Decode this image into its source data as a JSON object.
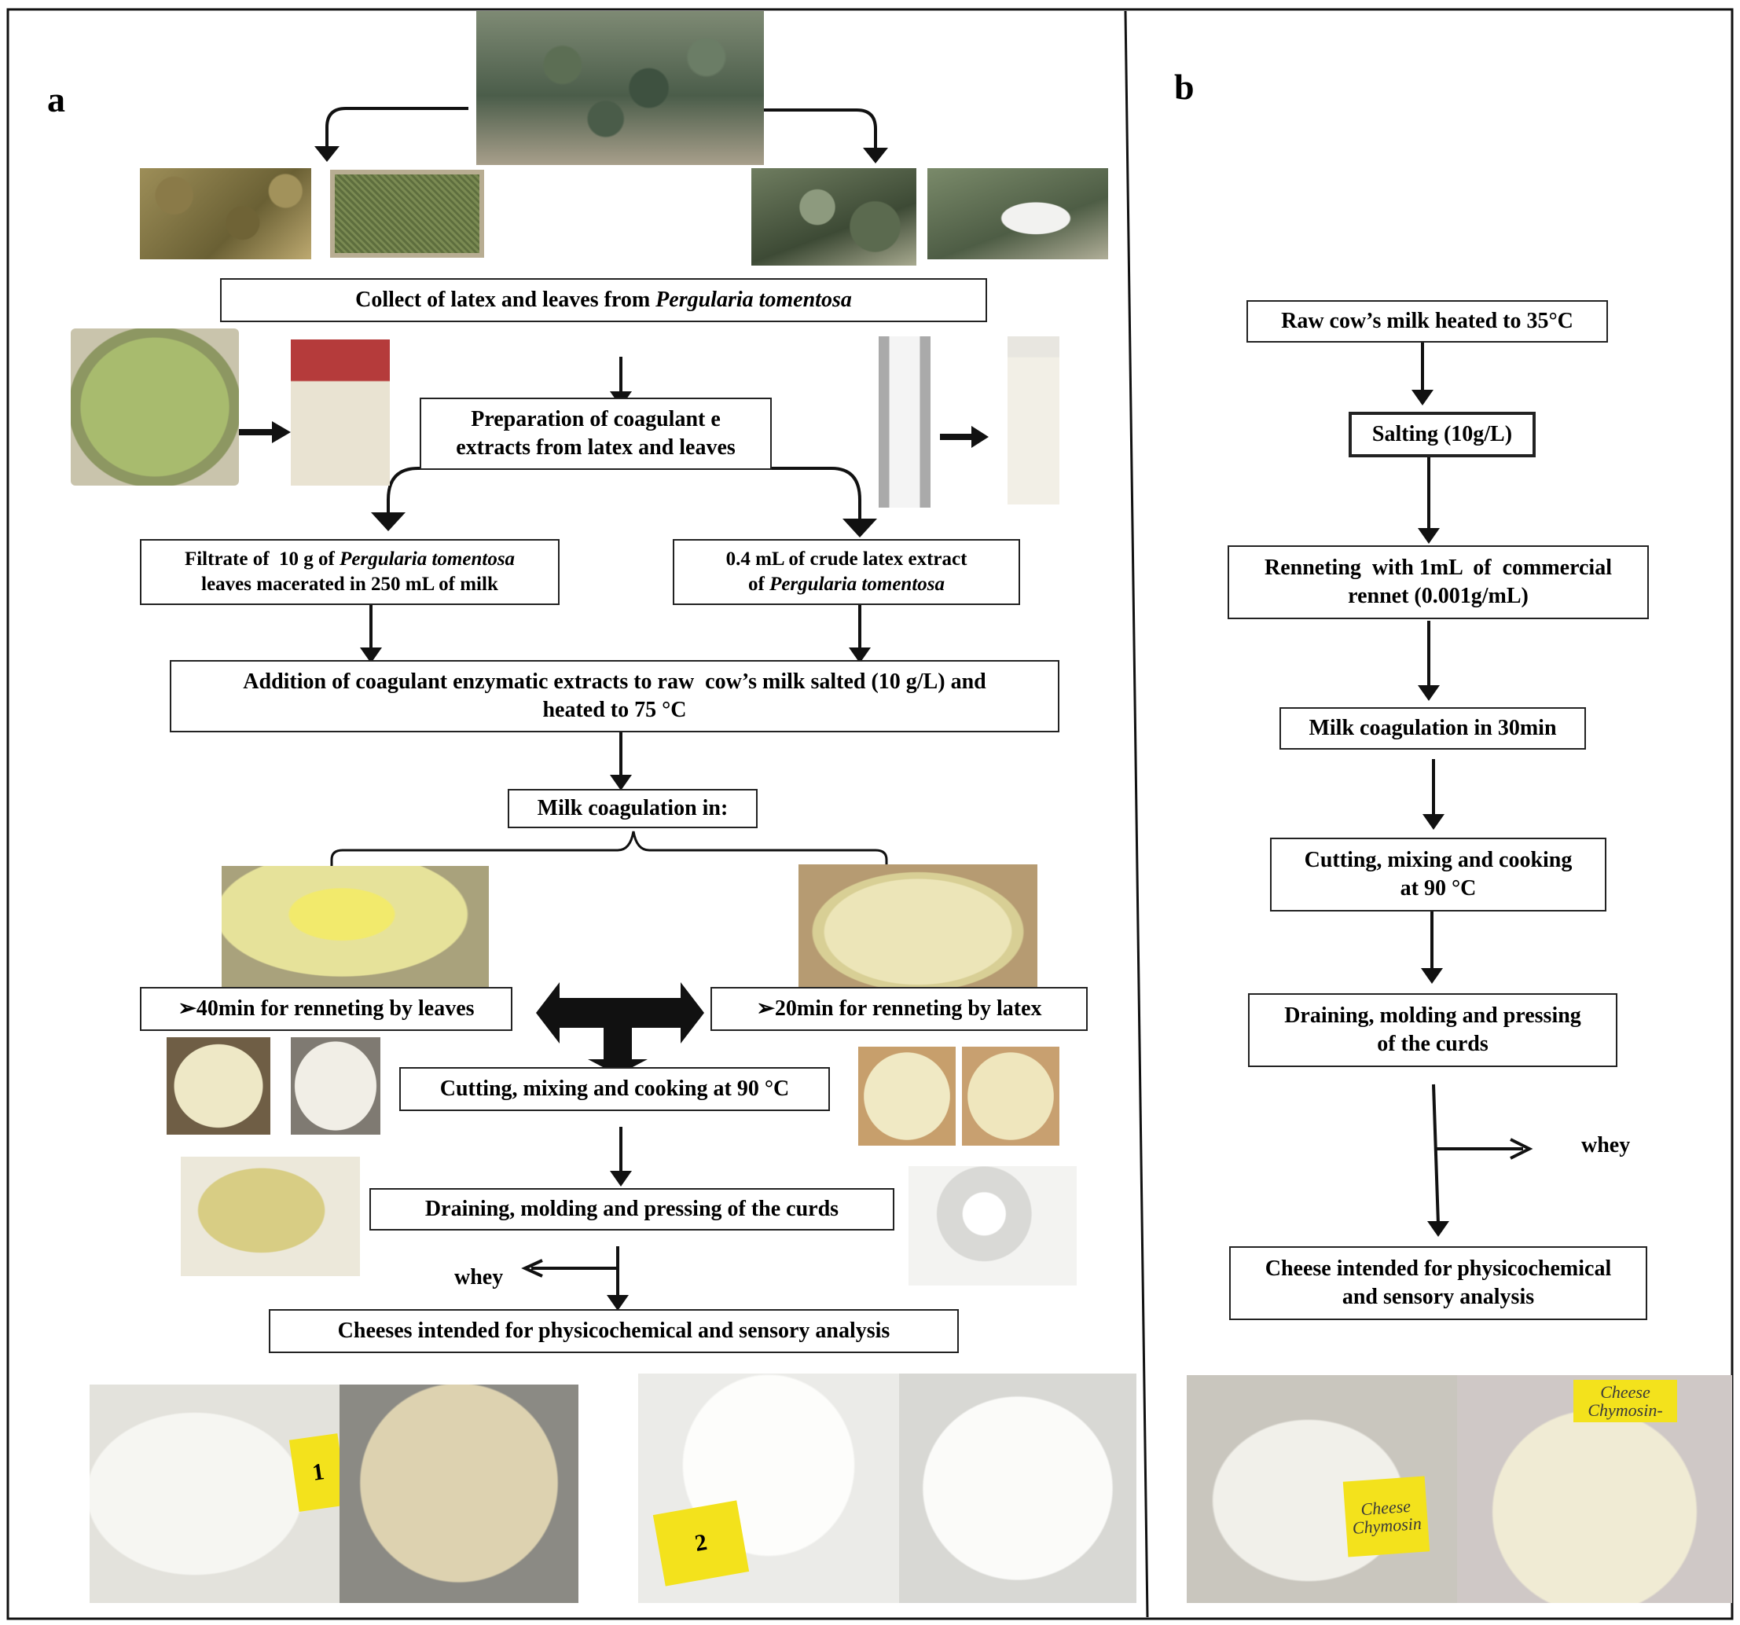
{
  "panels": {
    "a_label": "a",
    "b_label": "b"
  },
  "panel_a": {
    "collect": [
      "Collect of latex and leaves from ",
      "Pergularia tomentosa"
    ],
    "preparation": [
      "Preparation of coagulant e",
      "extracts from latex and leaves"
    ],
    "filtrate": [
      "Filtrate of  10 g of ",
      "Pergularia tomentosa",
      "leaves macerated in 250 mL  of milk"
    ],
    "latex_extract": [
      "0.4 mL of crude latex extract",
      "of ",
      "Pergularia tomentosa"
    ],
    "addition": [
      "Addition of coagulant enzymatic extracts to raw  cow’s milk salted (10 g/L) and",
      "heated to 75 °C"
    ],
    "coagulation_in": "Milk coagulation in:",
    "leaves_time": "➢40min for renneting by leaves",
    "latex_time": "➢20min for renneting by latex",
    "cutting": "Cutting, mixing and cooking at 90 °C",
    "draining": "Draining, molding and pressing of the curds",
    "whey": "whey",
    "cheeses": "Cheeses intended for physicochemical and sensory analysis",
    "tag1": "1",
    "tag2": "2"
  },
  "panel_b": {
    "raw_milk": "Raw cow’s milk heated to 35°C",
    "salting": "Salting (10g/L)",
    "renneting": [
      "Renneting  with 1mL  of  commercial",
      "rennet (0.001g/mL)"
    ],
    "coagulation": "Milk coagulation in 30min",
    "cutting": [
      "Cutting, mixing and cooking",
      "at 90 °C"
    ],
    "draining": [
      "Draining, molding and pressing",
      "of the curds"
    ],
    "whey": "whey",
    "cheese": [
      "Cheese intended for physicochemical",
      "and sensory analysis"
    ],
    "tag_text_1": [
      "Cheese",
      "Chymosin"
    ],
    "tag_text_2": [
      "Cheese",
      "Chymosin-"
    ]
  },
  "colors": {
    "line": "#111111",
    "border": "#222222",
    "tag_yellow": "#f3e21c"
  }
}
